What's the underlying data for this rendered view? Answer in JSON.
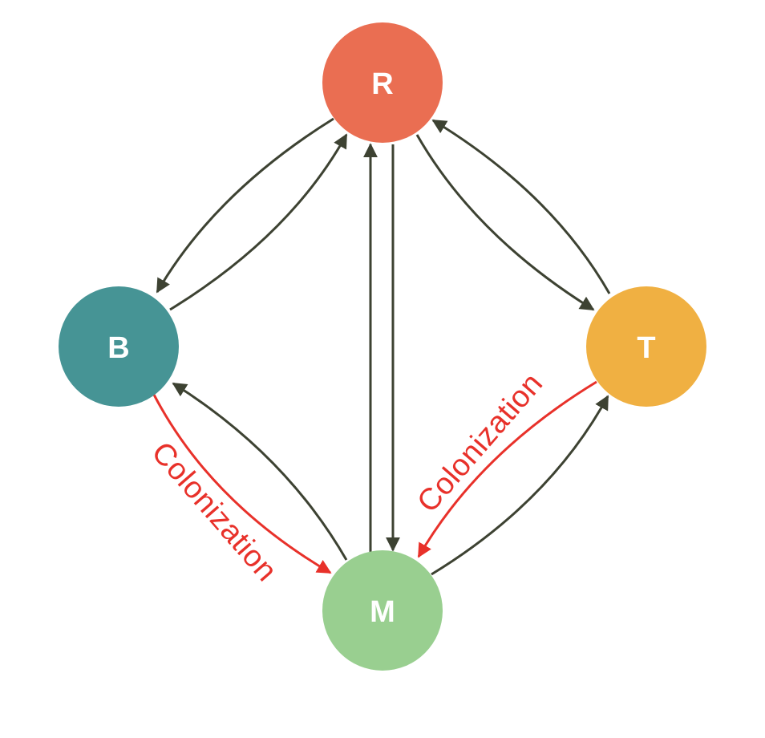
{
  "colors": {
    "edge": "#3d4232",
    "colonization": "#e8312a",
    "R": "#ea6e52",
    "B": "#469495",
    "T": "#f0b042",
    "M": "#99cf90",
    "label_text": "#ffffff"
  },
  "nodes": {
    "R": {
      "label": "R"
    },
    "B": {
      "label": "B"
    },
    "T": {
      "label": "T"
    },
    "M": {
      "label": "M"
    }
  },
  "edges": [
    {
      "from": "R",
      "to": "B",
      "kind": "normal"
    },
    {
      "from": "B",
      "to": "R",
      "kind": "normal"
    },
    {
      "from": "R",
      "to": "T",
      "kind": "normal"
    },
    {
      "from": "T",
      "to": "R",
      "kind": "normal"
    },
    {
      "from": "M",
      "to": "R",
      "kind": "normal"
    },
    {
      "from": "R",
      "to": "M",
      "kind": "normal"
    },
    {
      "from": "M",
      "to": "B",
      "kind": "normal"
    },
    {
      "from": "B",
      "to": "M",
      "kind": "colonization"
    },
    {
      "from": "T",
      "to": "M",
      "kind": "colonization"
    },
    {
      "from": "M",
      "to": "T",
      "kind": "normal"
    }
  ],
  "edge_labels": {
    "colonization_left": "Colonization",
    "colonization_right": "Colonization"
  }
}
